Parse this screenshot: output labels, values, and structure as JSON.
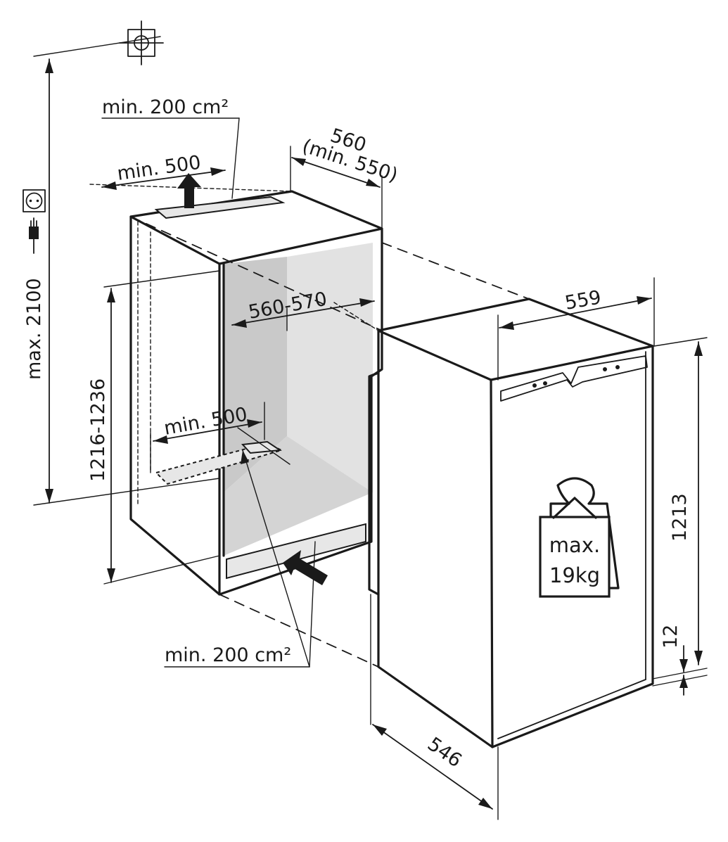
{
  "labels": {
    "top_vent_area": "min. 200 cm²",
    "top_vent_depth": "min. 500",
    "niche_depth": "560",
    "niche_depth_min": "(min. 550)",
    "niche_width": "560-570",
    "max_height": "max. 2100",
    "niche_height": "1216-1236",
    "floor_vent_depth": "min. 500",
    "bottom_vent_area": "min. 200 cm²",
    "appliance_width": "559",
    "appliance_height": "1213",
    "plinth_gap": "12",
    "appliance_depth": "546",
    "door_load_line1": "max.",
    "door_load_line2": "19kg"
  },
  "icons": [
    "crosshair-icon",
    "socket-icon",
    "plug-icon",
    "weight-icon",
    "arrow-up-icon",
    "arrow-in-icon"
  ],
  "colors": {
    "ink": "#1a1a1a",
    "niche_inner": "#c9c9c9",
    "niche_inner_light": "#e2e2e2",
    "grille": "#e7e7e7"
  }
}
